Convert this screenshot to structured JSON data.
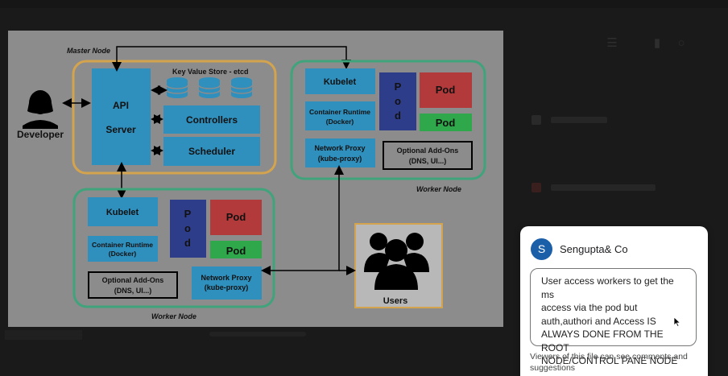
{
  "diagram": {
    "master_node_label": "Master Node",
    "kv_store_label": "Key Value Store - etcd",
    "developer_label": "Developer",
    "api_server_line1": "API",
    "api_server_line2": "Server",
    "controllers_label": "Controllers",
    "scheduler_label": "Scheduler",
    "kubelet_label": "Kubelet",
    "container_runtime_line1": "Container Runtime",
    "container_runtime_line2": "(Docker)",
    "network_proxy_line1": "Network Proxy",
    "network_proxy_line2": "(kube-proxy)",
    "addons_line1": "Optional Add-Ons",
    "addons_line2": "(DNS, UI...)",
    "pod_label": "Pod",
    "pod_vertical": [
      "P",
      "o",
      "d"
    ],
    "worker_node_label": "Worker Node",
    "users_label": "Users"
  },
  "comment": {
    "avatar_letter": "S",
    "author": "Sengupta& Co",
    "text": "User access workers to get the ms\naccess via the pod but\nauth,authori and Access IS\nALWAYS DONE FROM THE ROOT\nNODE/CONTROL PANE NODE",
    "footer": "Viewers of this file can see comments and suggestions"
  },
  "colors": {
    "yellow": "#d4a34e",
    "green": "#3fa37c",
    "blue": "#2f8fbd",
    "navy": "#2e3d8a",
    "red": "#b33a3a",
    "bright_green": "#2ea84a",
    "avatar": "#1a5fa8"
  }
}
